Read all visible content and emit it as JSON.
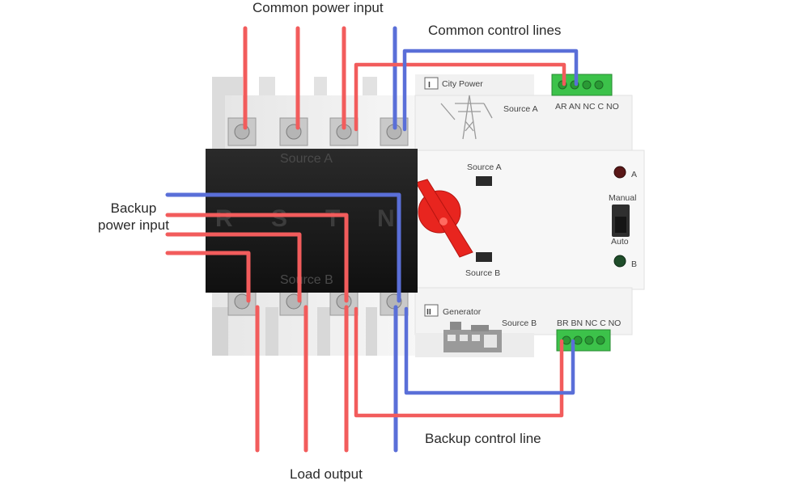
{
  "labels": {
    "common_power_input": "Common power input",
    "common_control_lines": "Common control lines",
    "backup_power_input": "Backup power input",
    "backup_control_line": "Backup control line",
    "load_output": "Load output"
  },
  "breaker": {
    "top_label": "Source A",
    "bottom_label": "Source B",
    "phases": [
      "R",
      "S",
      "T",
      "N"
    ]
  },
  "controller": {
    "module_a": {
      "numeral": "I",
      "name": "City Power",
      "source": "Source A",
      "terminals": "AR AN NC C NO"
    },
    "module_b": {
      "numeral": "II",
      "name": "Generator",
      "source": "Source B",
      "terminals": "BR BN NC C NO"
    },
    "switch_top_label": "Source A",
    "switch_bottom_label": "Source B",
    "indicator_a": "A",
    "indicator_b": "B",
    "mode_top": "Manual",
    "mode_bottom": "Auto"
  },
  "colors": {
    "phase_wire": "#f25c5c",
    "neutral_wire": "#5a6fd8",
    "handle": "#e8251f",
    "terminal_block": "#3cc24a",
    "breaker_body": "#1a1a1a"
  }
}
